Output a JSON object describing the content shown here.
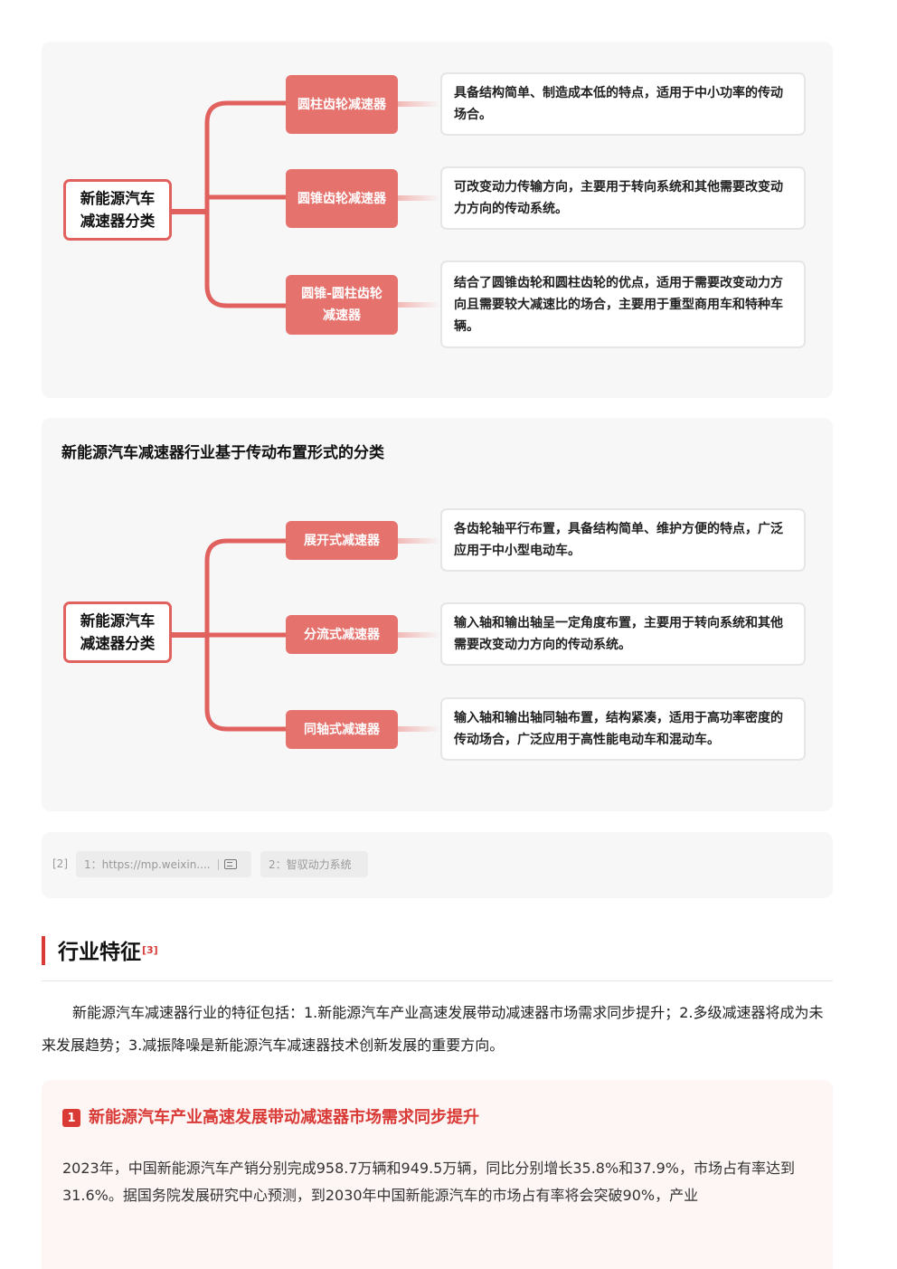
{
  "mindmap1": {
    "root": "新能源汽车减速器分类",
    "branches": [
      {
        "label": "圆柱齿轮减速器",
        "desc": "具备结构简单、制造成本低的特点，适用于中小功率的传动场合。"
      },
      {
        "label": "圆锥齿轮减速器",
        "desc": "可改变动力传输方向，主要用于转向系统和其他需要改变动力方向的传动系统。"
      },
      {
        "label": "圆锥-圆柱齿轮减速器",
        "desc": "结合了圆锥齿轮和圆柱齿轮的优点，适用于需要改变动力方向且需要较大减速比的场合，主要用于重型商用车和特种车辆。"
      }
    ]
  },
  "mindmap2": {
    "title": "新能源汽车减速器行业基于传动布置形式的分类",
    "root": "新能源汽车减速器分类",
    "branches": [
      {
        "label": "展开式减速器",
        "desc": "各齿轮轴平行布置，具备结构简单、维护方便的特点，广泛应用于中小型电动车。"
      },
      {
        "label": "分流式减速器",
        "desc": "输入轴和输出轴呈一定角度布置，主要用于转向系统和其他需要改变动力方向的传动系统。"
      },
      {
        "label": "同轴式减速器",
        "desc": "输入轴和输出轴同轴布置，结构紧凑，适用于高功率密度的传动场合，广泛应用于高性能电动车和混动车。"
      }
    ]
  },
  "references": {
    "num": "[2]",
    "items": [
      "1：https://mp.weixin....",
      "2：智驭动力系统"
    ]
  },
  "section": {
    "title": "行业特征",
    "ref": "[3]",
    "intro": "新能源汽车减速器行业的特征包括：1.新能源汽车产业高速发展带动减速器市场需求同步提升；2.多级减速器将成为未来发展趋势；3.减振降噪是新能源汽车减速器技术创新发展的重要方向。"
  },
  "feature1": {
    "num": "1",
    "title": "新能源汽车产业高速发展带动减速器市场需求同步提升",
    "body": "2023年，中国新能源汽车产销分别完成958.7万辆和949.5万辆，同比分别增长35.8%和37.9%，市场占有率达到31.6%。据国务院发展研究中心预测，到2030年中国新能源汽车的市场占有率将会突破90%，产业"
  },
  "colors": {
    "accent": "#d93a36",
    "node": "#e5726d",
    "connector": "#e0615e",
    "panel": "#f7f7f7"
  }
}
